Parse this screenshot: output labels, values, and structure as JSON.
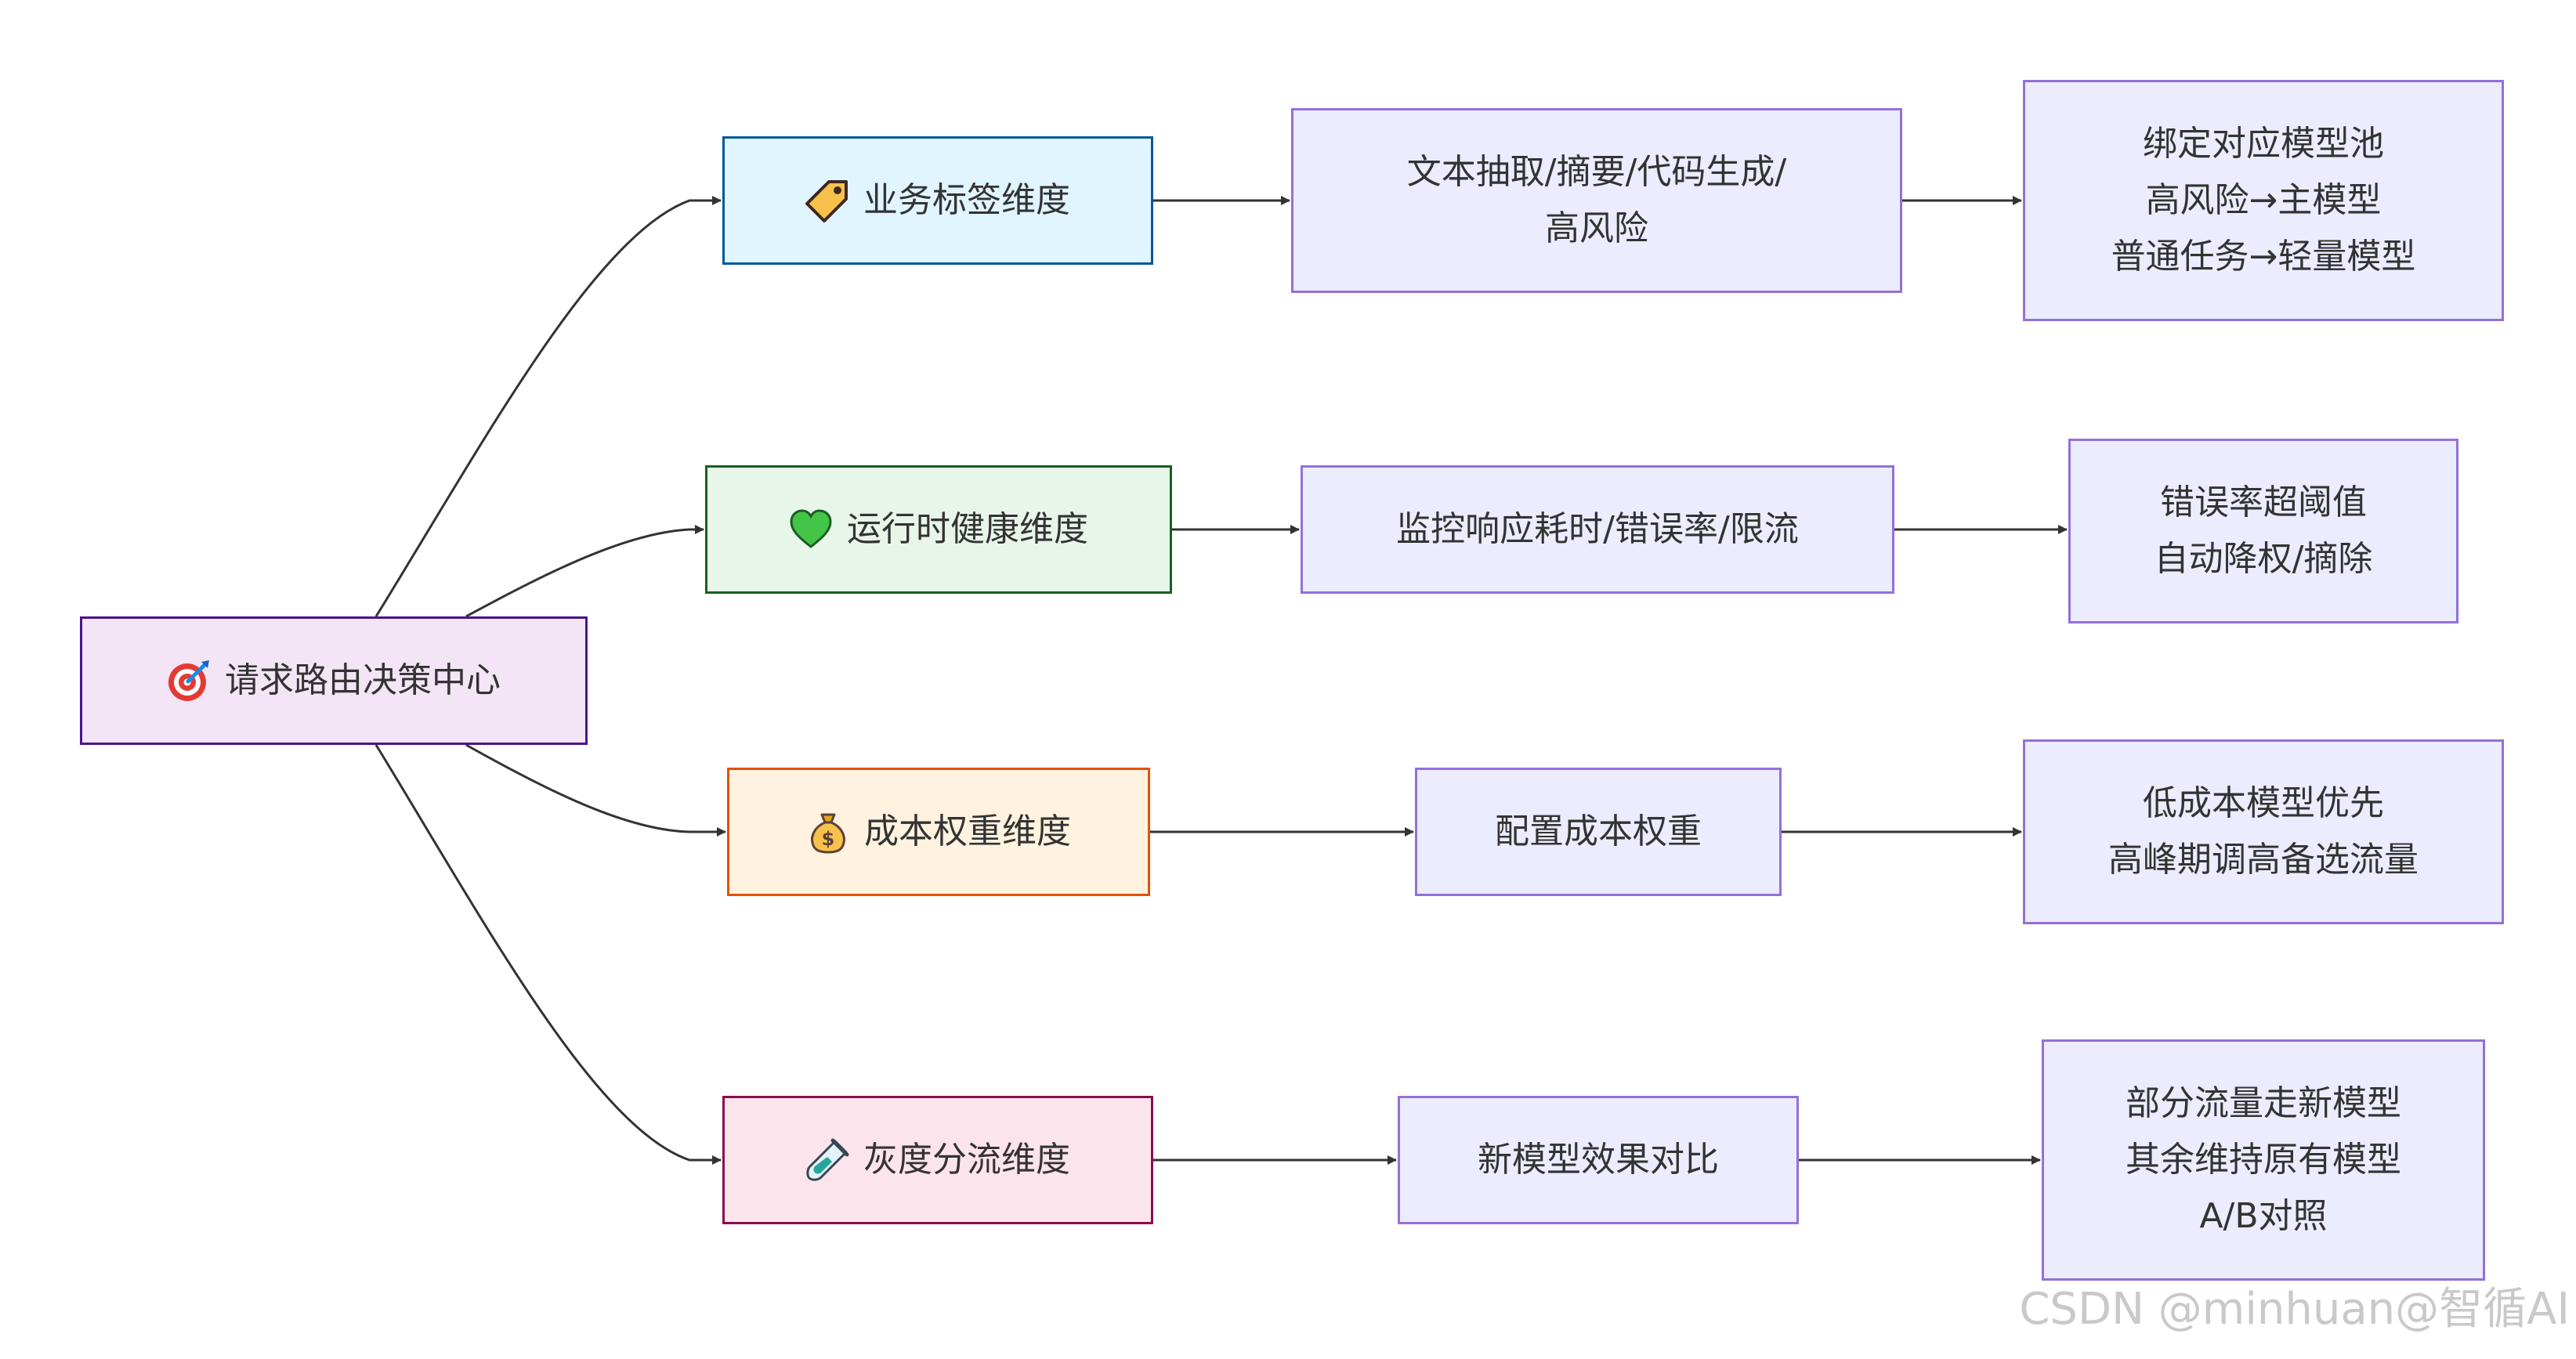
{
  "root": {
    "label": "请求路由决策中心",
    "icon": "target-icon",
    "fill": "#f3e5f5",
    "border": "#4a148c"
  },
  "branches": [
    {
      "label": "业务标签维度",
      "icon": "label-tag-icon",
      "fill": "#e1f5fe",
      "border": "#01579b",
      "step": [
        "文本抽取/摘要/代码生成/",
        "高风险"
      ],
      "result": [
        "绑定对应模型池",
        "高风险→主模型",
        "普通任务→轻量模型"
      ]
    },
    {
      "label": "运行时健康维度",
      "icon": "green-heart-icon",
      "fill": "#e8f5e9",
      "border": "#1b5e20",
      "step": [
        "监控响应耗时/错误率/限流"
      ],
      "result": [
        "错误率超阈值",
        "自动降权/摘除"
      ]
    },
    {
      "label": "成本权重维度",
      "icon": "money-bag-icon",
      "fill": "#fff3e0",
      "border": "#e65100",
      "step": [
        "配置成本权重"
      ],
      "result": [
        "低成本模型优先",
        "高峰期调高备选流量"
      ]
    },
    {
      "label": "灰度分流维度",
      "icon": "test-tube-icon",
      "fill": "#fce4ec",
      "border": "#880e4f",
      "step": [
        "新模型效果对比"
      ],
      "result": [
        "部分流量走新模型",
        "其余维持原有模型",
        "A/B对照"
      ]
    }
  ],
  "colors": {
    "leaf_fill": "#ececff",
    "leaf_border": "#9370db",
    "edge": "#333333"
  },
  "watermark": "CSDN @minhuan@智循AI"
}
